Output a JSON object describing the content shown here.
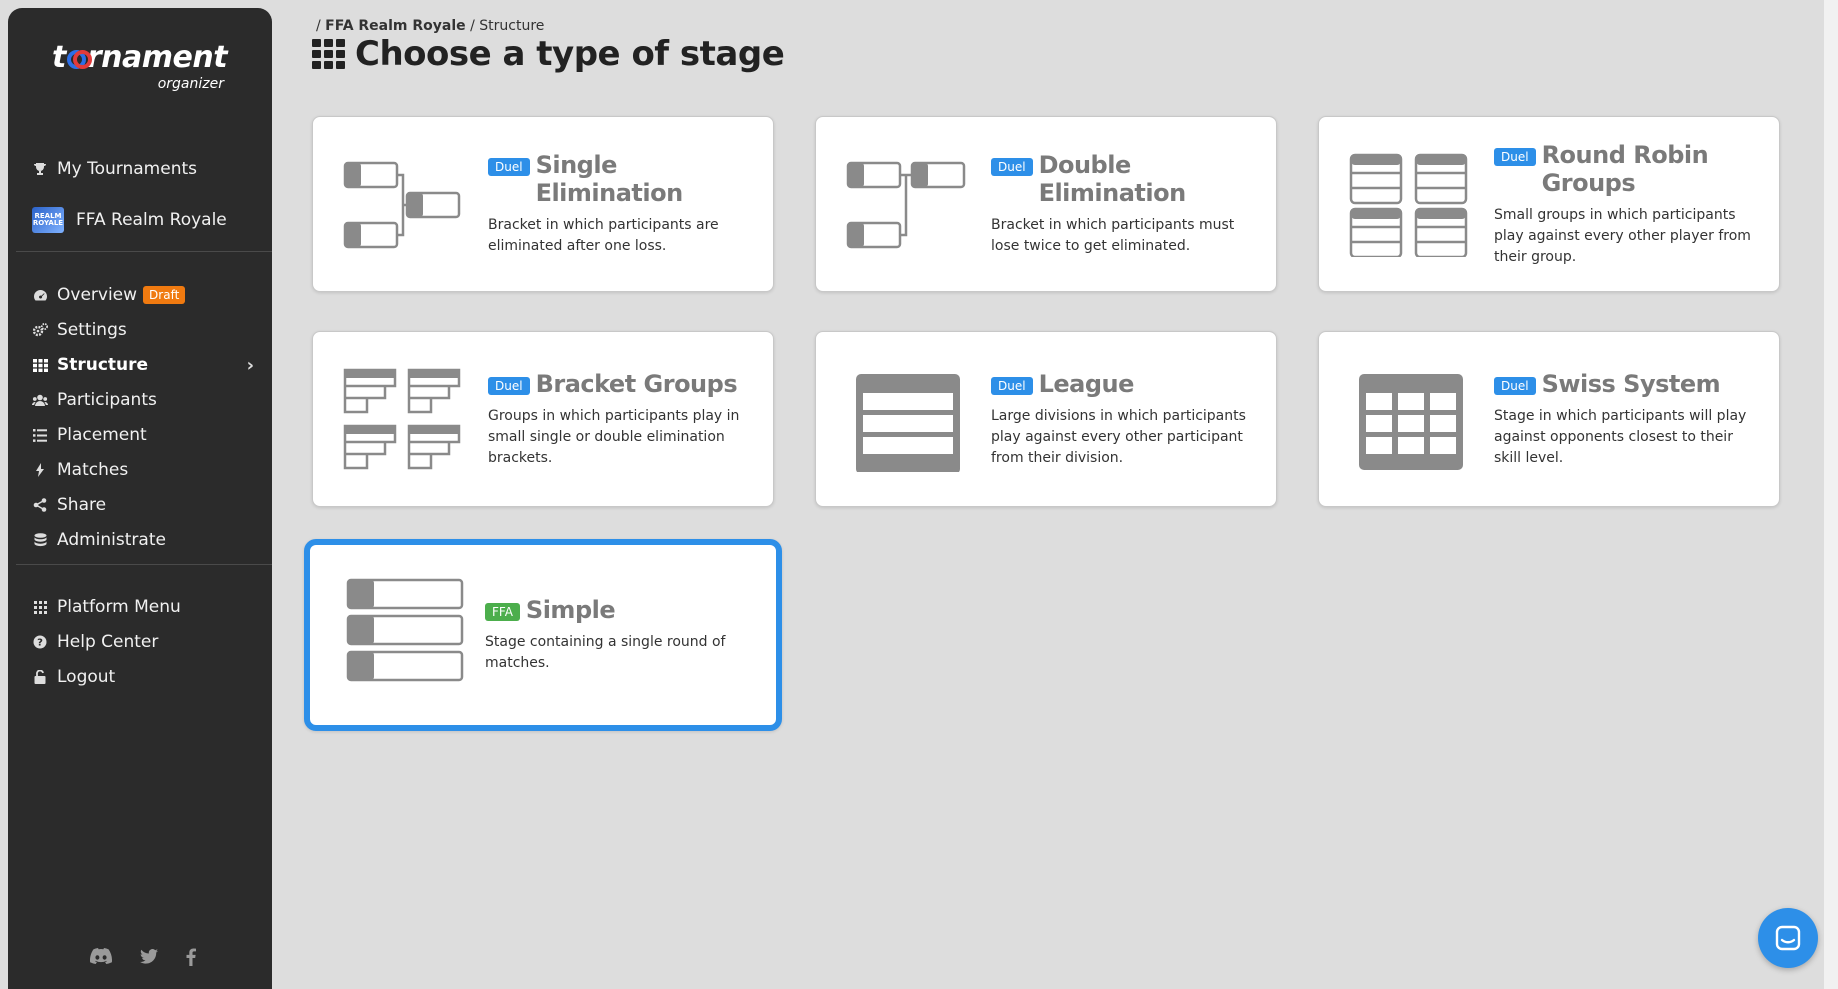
{
  "app": {
    "logo_text_a": "t",
    "logo_text_b": "rnament",
    "logo_sub": "organizer"
  },
  "sidebar": {
    "top_items": [
      {
        "label": "My Tournaments",
        "icon": "trophy-icon"
      },
      {
        "label": "FFA Realm Royale",
        "icon": "tournament-logo"
      }
    ],
    "tournament_logo_text": "REALM ROYALE",
    "items": [
      {
        "label": "Overview",
        "icon": "dashboard-icon",
        "badge": "Draft"
      },
      {
        "label": "Settings",
        "icon": "gears-icon"
      },
      {
        "label": "Structure",
        "icon": "grid-icon",
        "active": true
      },
      {
        "label": "Participants",
        "icon": "users-icon"
      },
      {
        "label": "Placement",
        "icon": "list-icon"
      },
      {
        "label": "Matches",
        "icon": "bolt-icon"
      },
      {
        "label": "Share",
        "icon": "share-icon"
      },
      {
        "label": "Administrate",
        "icon": "database-icon"
      }
    ],
    "bottom_items": [
      {
        "label": "Platform Menu",
        "icon": "grid-icon"
      },
      {
        "label": "Help Center",
        "icon": "question-icon"
      },
      {
        "label": "Logout",
        "icon": "unlock-icon"
      }
    ],
    "social": [
      "discord-icon",
      "twitter-icon",
      "facebook-icon"
    ]
  },
  "breadcrumb": {
    "sep1": "/",
    "tournament": "FFA Realm Royale",
    "sep2": "/",
    "current": "Structure"
  },
  "page": {
    "title": "Choose a type of stage"
  },
  "stages": [
    {
      "tag": "Duel",
      "name": "Single Elimination",
      "desc": "Bracket in which participants are eliminated after one loss."
    },
    {
      "tag": "Duel",
      "name": "Double Elimination",
      "desc": "Bracket in which participants must lose twice to get eliminated."
    },
    {
      "tag": "Duel",
      "name": "Round Robin Groups",
      "desc": "Small groups in which participants play against every other player from their group."
    },
    {
      "tag": "Duel",
      "name": "Bracket Groups",
      "desc": "Groups in which participants play in small single or double elimination brackets."
    },
    {
      "tag": "Duel",
      "name": "League",
      "desc": "Large divisions in which participants play against every other participant from their division."
    },
    {
      "tag": "Duel",
      "name": "Swiss System",
      "desc": "Stage in which participants will play against opponents closest to their skill level."
    },
    {
      "tag": "FFA",
      "name": "Simple",
      "desc": "Stage containing a single round of matches.",
      "selected": true
    }
  ],
  "colors": {
    "sidebar_bg": "#2b2b2b",
    "accent": "#2d8fe8",
    "draft_badge": "#f07a10",
    "ffa_tag": "#4cae4c",
    "card_title": "#7a7a7a"
  }
}
